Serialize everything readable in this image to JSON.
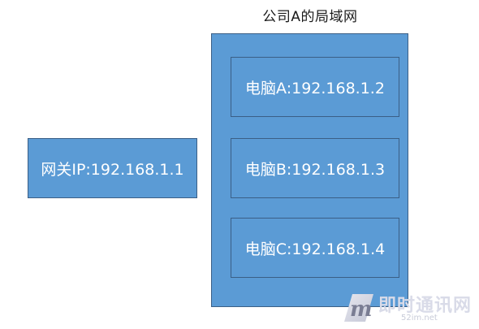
{
  "diagram": {
    "lan_title": "公司A的局域网",
    "computers": [
      {
        "label": "电脑A:192.168.1.2"
      },
      {
        "label": "电脑B:192.168.1.3"
      },
      {
        "label": "电脑C:192.168.1.4"
      }
    ],
    "gateway_label": "网关IP:192.168.1.1"
  },
  "watermark": {
    "brand": "即时通讯网",
    "site": "52im.net",
    "logo_letter": "m"
  },
  "colors": {
    "box_fill": "#5b9bd5",
    "box_border": "#3b5f86",
    "box_text": "#ffffff",
    "title_text": "#1a1a1a"
  }
}
